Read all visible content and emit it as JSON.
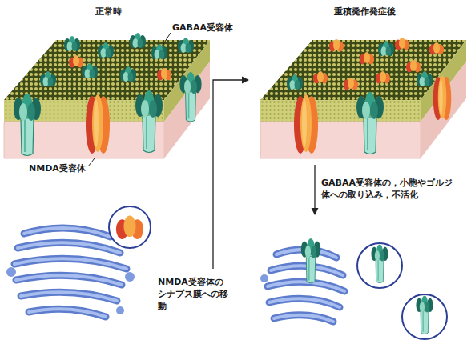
{
  "diagram": {
    "labels": [
      "正常時",
      "重積発作発症後",
      "GABAA受容体",
      "NMDA受容体",
      "GABAA受容体の，小胞やゴルジ体への取り込み，不活化",
      "NMDA受容体のシナプス膜への移動"
    ]
  }
}
